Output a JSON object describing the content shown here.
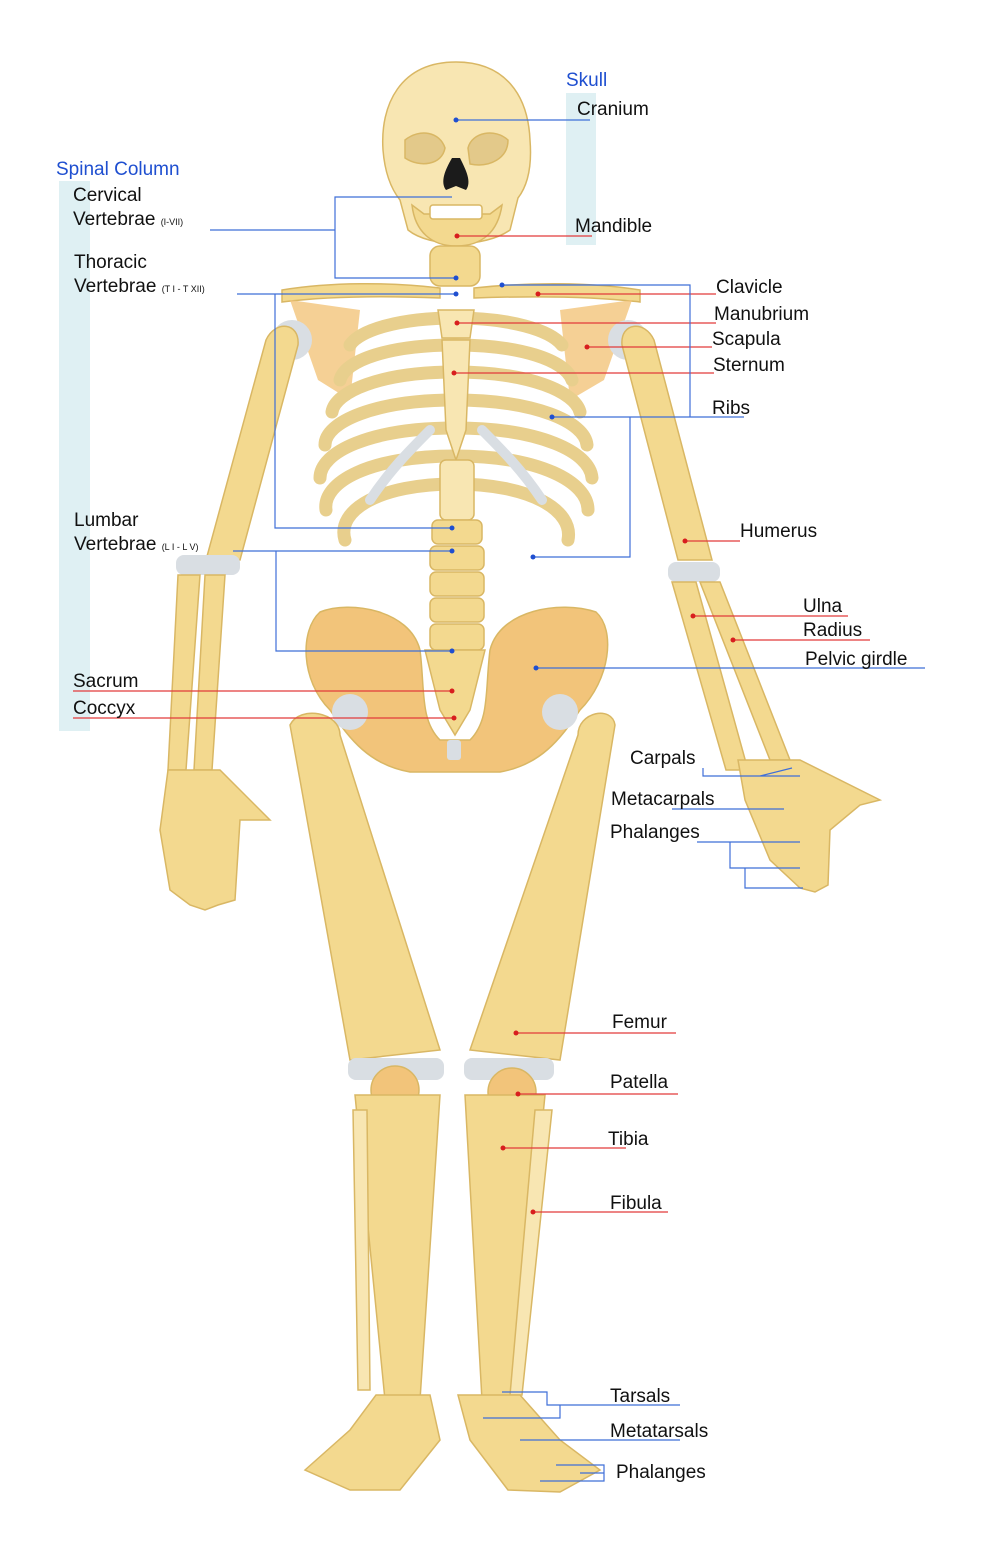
{
  "diagram": {
    "groups": {
      "skull": "Skull",
      "spinal_column": "Spinal Column"
    },
    "labels": {
      "cranium": "Cranium",
      "mandible": "Mandible",
      "cervical_line1": "Cervical",
      "cervical_line2": "Vertebrae",
      "cervical_range": "(I-VII)",
      "thoracic_line1": "Thoracic",
      "thoracic_line2": "Vertebrae",
      "thoracic_range": "(T I - T XII)",
      "lumbar_line1": "Lumbar",
      "lumbar_line2": "Vertebrae",
      "lumbar_range": "(L I - L V)",
      "sacrum": "Sacrum",
      "coccyx": "Coccyx",
      "clavicle": "Clavicle",
      "manubrium": "Manubrium",
      "scapula": "Scapula",
      "sternum": "Sternum",
      "ribs": "Ribs",
      "humerus": "Humerus",
      "ulna": "Ulna",
      "radius": "Radius",
      "pelvic_girdle": "Pelvic girdle",
      "carpals": "Carpals",
      "metacarpals": "Metacarpals",
      "hand_phalanges": "Phalanges",
      "femur": "Femur",
      "patella": "Patella",
      "tibia": "Tibia",
      "fibula": "Fibula",
      "tarsals": "Tarsals",
      "metatarsals": "Metatarsals",
      "foot_phalanges": "Phalanges"
    },
    "colors": {
      "bone": "#f3d98f",
      "bone_light": "#f8e6b2",
      "bone_outline": "#d9b764",
      "pelvis": "#f2c47a",
      "cartilage": "#d9dee3",
      "bracket_bar": "#dff0f3",
      "group_text": "#1f4fd0",
      "leader_red": "#e23b3b",
      "leader_blue": "#3f6fd8",
      "dot_red": "#d81e1e",
      "dot_blue": "#1f4fd0"
    }
  }
}
